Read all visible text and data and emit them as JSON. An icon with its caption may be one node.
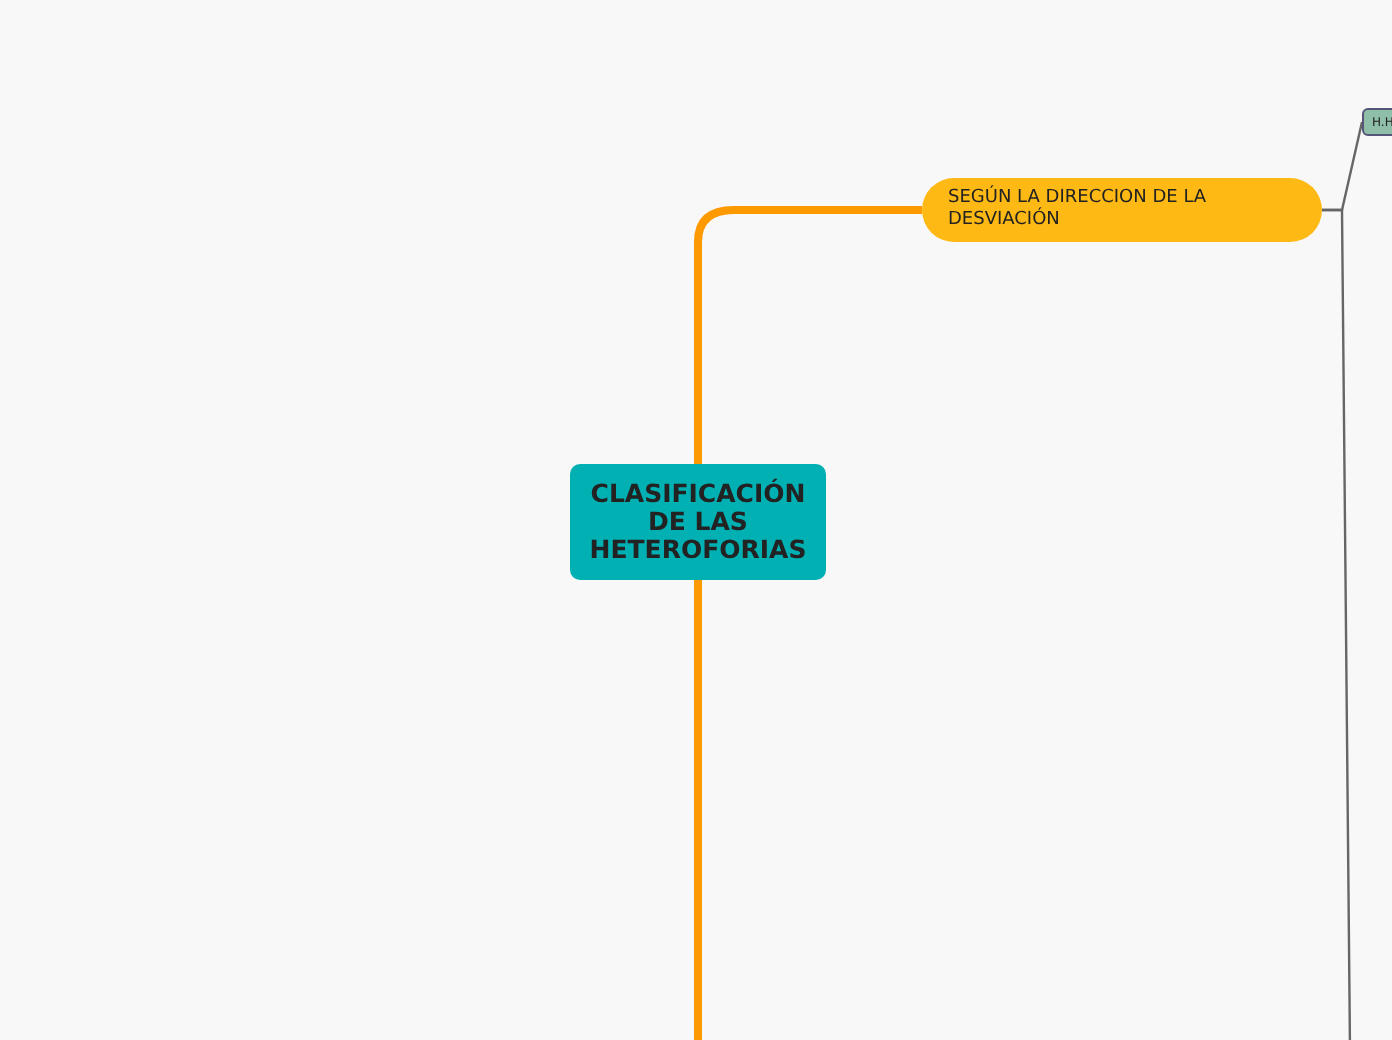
{
  "diagram": {
    "nodes": [
      {
        "text": [
          "CLASIFICACIÓN DE LAS HETEROFORIAS"
        ]
      },
      {
        "text": [
          "SEGÚN LA DIRECCION DE LA DESVIACIÓN"
        ]
      },
      {
        "text": [
          "H.H"
        ]
      }
    ],
    "edges": [
      {
        "from": 0,
        "to": 1,
        "arrow": "none",
        "style": "thick",
        "color": "#ff9900"
      },
      {
        "from": 0,
        "to": null,
        "arrow": "none",
        "style": "thick",
        "color": "#ff9900"
      },
      {
        "from": 1,
        "to": 2,
        "arrow": "none",
        "color": "#666666"
      },
      {
        "from": 1,
        "to": null,
        "arrow": "none",
        "color": "#666666"
      }
    ]
  }
}
